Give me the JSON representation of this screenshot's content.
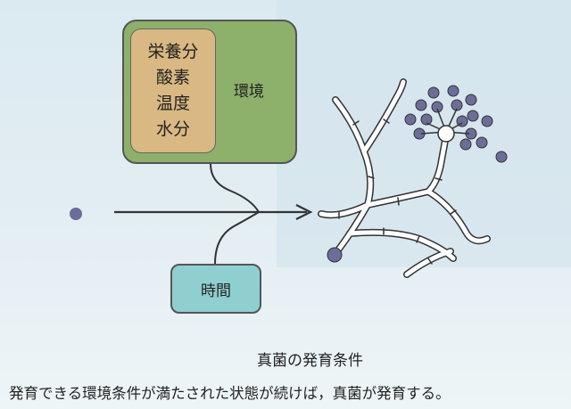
{
  "environment": {
    "label": "環境",
    "factors": [
      "栄養分",
      "酸素",
      "温度",
      "水分"
    ]
  },
  "time": {
    "label": "時間"
  },
  "caption": {
    "title": "真菌の発育条件",
    "text": "発育できる環境条件が満たされた状態が続けば，真菌が発育する。"
  },
  "colors": {
    "environment_box": "#8db06b",
    "nutrient_box": "#d9b883",
    "time_box": "#8fcfd0",
    "spore": "#6c6e99"
  },
  "icons": [
    "spore-dot",
    "fungus-hyphae",
    "conidia-cluster",
    "arrow-right"
  ]
}
